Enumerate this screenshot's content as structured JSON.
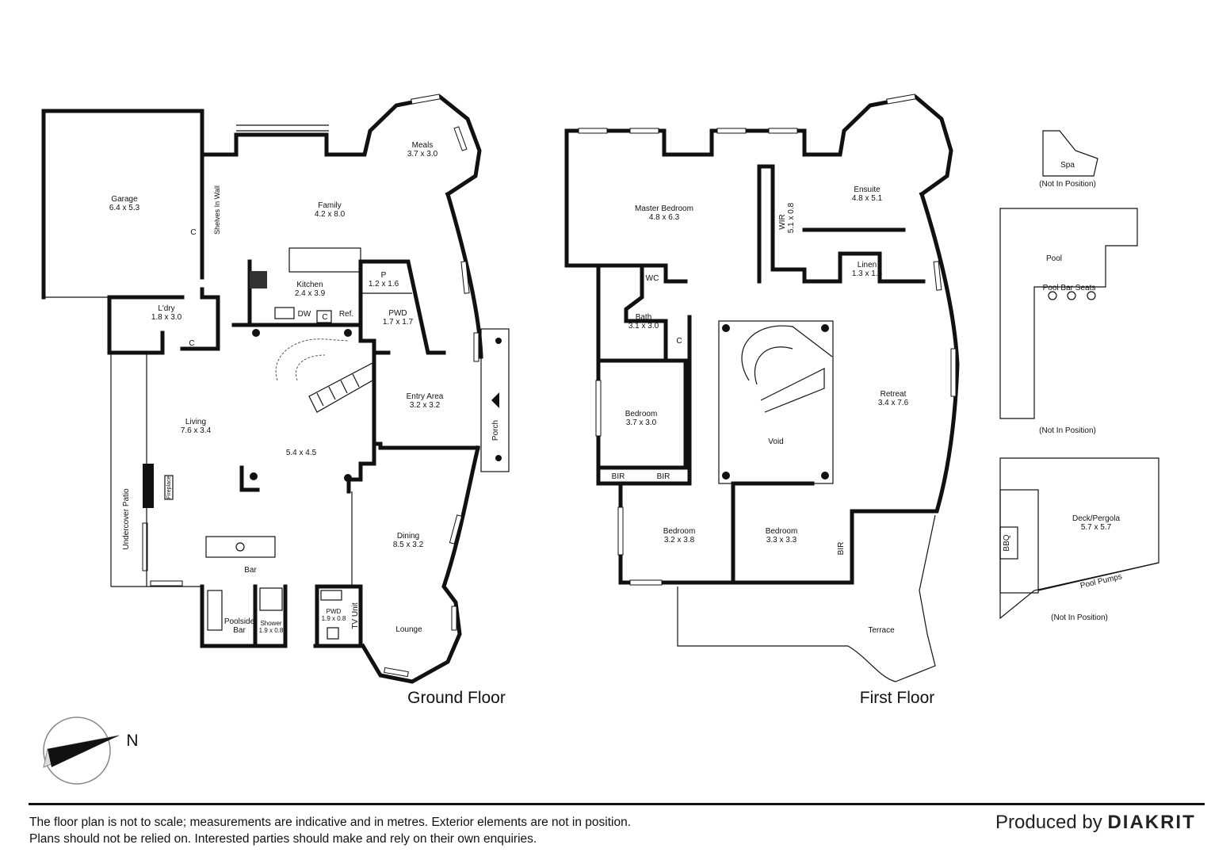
{
  "labels": {
    "ground_floor": "Ground Floor",
    "first_floor": "First Floor",
    "north": "N"
  },
  "ground_rooms": [
    {
      "name": "Garage",
      "size": "6.4 x 5.3"
    },
    {
      "name": "Family",
      "size": "4.2 x 8.0"
    },
    {
      "name": "Meals",
      "size": "3.7 x 3.0"
    },
    {
      "name": "Kitchen",
      "size": "2.4 x 3.9"
    },
    {
      "name": "P",
      "size": "1.2 x 1.6"
    },
    {
      "name": "L'dry",
      "size": "1.8 x 3.0"
    },
    {
      "name": "PWD",
      "size": "1.7 x 1.7"
    },
    {
      "name": "Entry Area",
      "size": "3.2 x 3.2"
    },
    {
      "name": "Living",
      "size": "7.6 x 3.4"
    },
    {
      "name": "",
      "size": "5.4 x 4.5"
    },
    {
      "name": "Dining",
      "size": "8.5 x 3.2"
    },
    {
      "name": "Shower",
      "size": "1.9 x 0.8"
    },
    {
      "name": "PWD",
      "size": "1.9 x 0.8"
    }
  ],
  "ground_fixtures": {
    "shelves": "Shelves In Wall",
    "c1": "C",
    "c2": "C",
    "c3": "C",
    "dw": "DW",
    "ref": "Ref.",
    "porch": "Porch",
    "fireplace": "Fireplace",
    "patio": "Undercover Patio",
    "bar": "Bar",
    "poolside1": "Poolside",
    "poolside2": "Bar",
    "tv": "TV Unit",
    "lounge": "Lounge"
  },
  "first_rooms": [
    {
      "name": "Master Bedroom",
      "size": "4.8 x 6.3"
    },
    {
      "name": "Ensuite",
      "size": "4.8 x 5.1"
    },
    {
      "name": "Linen",
      "size": "1.3 x 1.3"
    },
    {
      "name": "Bath",
      "size": "3.1 x 3.0"
    },
    {
      "name": "Bedroom",
      "size": "3.7 x 3.0"
    },
    {
      "name": "Retreat",
      "size": "3.4 x 7.6"
    },
    {
      "name": "Bedroom",
      "size": "3.2 x 3.8"
    },
    {
      "name": "Bedroom",
      "size": "3.3 x 3.3"
    }
  ],
  "first_fixtures": {
    "wir": "WIR",
    "wir_size": "5.1 x 0.8",
    "wc": "WC",
    "c": "C",
    "void": "Void",
    "bir1": "BIR",
    "bir2": "BIR",
    "bir3": "BIR",
    "terrace": "Terrace"
  },
  "exterior": {
    "spa": "Spa",
    "pool": "Pool",
    "pool_bar_seats": "Pool Bar Seats",
    "deck": "Deck/Pergola",
    "deck_size": "5.7 x 5.7",
    "bbq": "BBQ",
    "pool_pumps": "Pool Pumps",
    "not_in_position": "(Not In Position)"
  },
  "footer": {
    "line1": "The floor plan is not to scale; measurements are indicative and in metres. Exterior elements are not in position.",
    "line2": "Plans should not be relied on. Interested parties should make and rely on their own enquiries.",
    "produced_by": "Produced by",
    "brand": "DIAKRIT"
  }
}
